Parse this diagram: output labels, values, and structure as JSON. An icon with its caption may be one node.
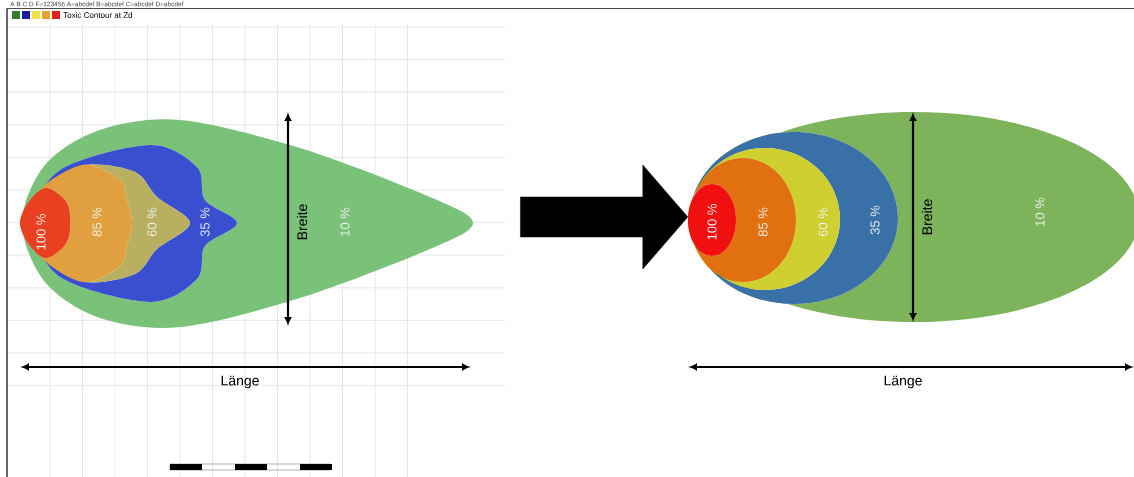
{
  "diagram": {
    "nodes": [
      {
        "text": [],
        "shape": "picture"
      },
      {
        "text": [
          "10 %"
        ],
        "in": 0
      },
      {
        "text": [
          "35 %"
        ],
        "in": 1
      },
      {
        "text": [
          "60 %"
        ],
        "in": 2
      },
      {
        "text": [
          "85 %"
        ],
        "in": 3
      },
      {
        "text": [
          "100 %"
        ],
        "in": 4
      },
      {
        "text": [
          "10 %"
        ]
      },
      {
        "text": [
          "35 %"
        ],
        "in": 6
      },
      {
        "text": [
          "60 %"
        ],
        "in": 7
      },
      {
        "text": [
          "85 %"
        ],
        "in": 8
      },
      {
        "text": [
          "100 %"
        ],
        "in": 9
      }
    ],
    "edges": [
      {
        "from": 0,
        "to": 6,
        "arrow": "to",
        "style": "thick"
      }
    ],
    "labels": [
      "A B C D F=123456 A=abcdef B=abcdef C=abcdef D=abcdef",
      "Toxic Contour at Zd",
      "Breite",
      "Länge",
      "Breite",
      "Länge"
    ]
  }
}
